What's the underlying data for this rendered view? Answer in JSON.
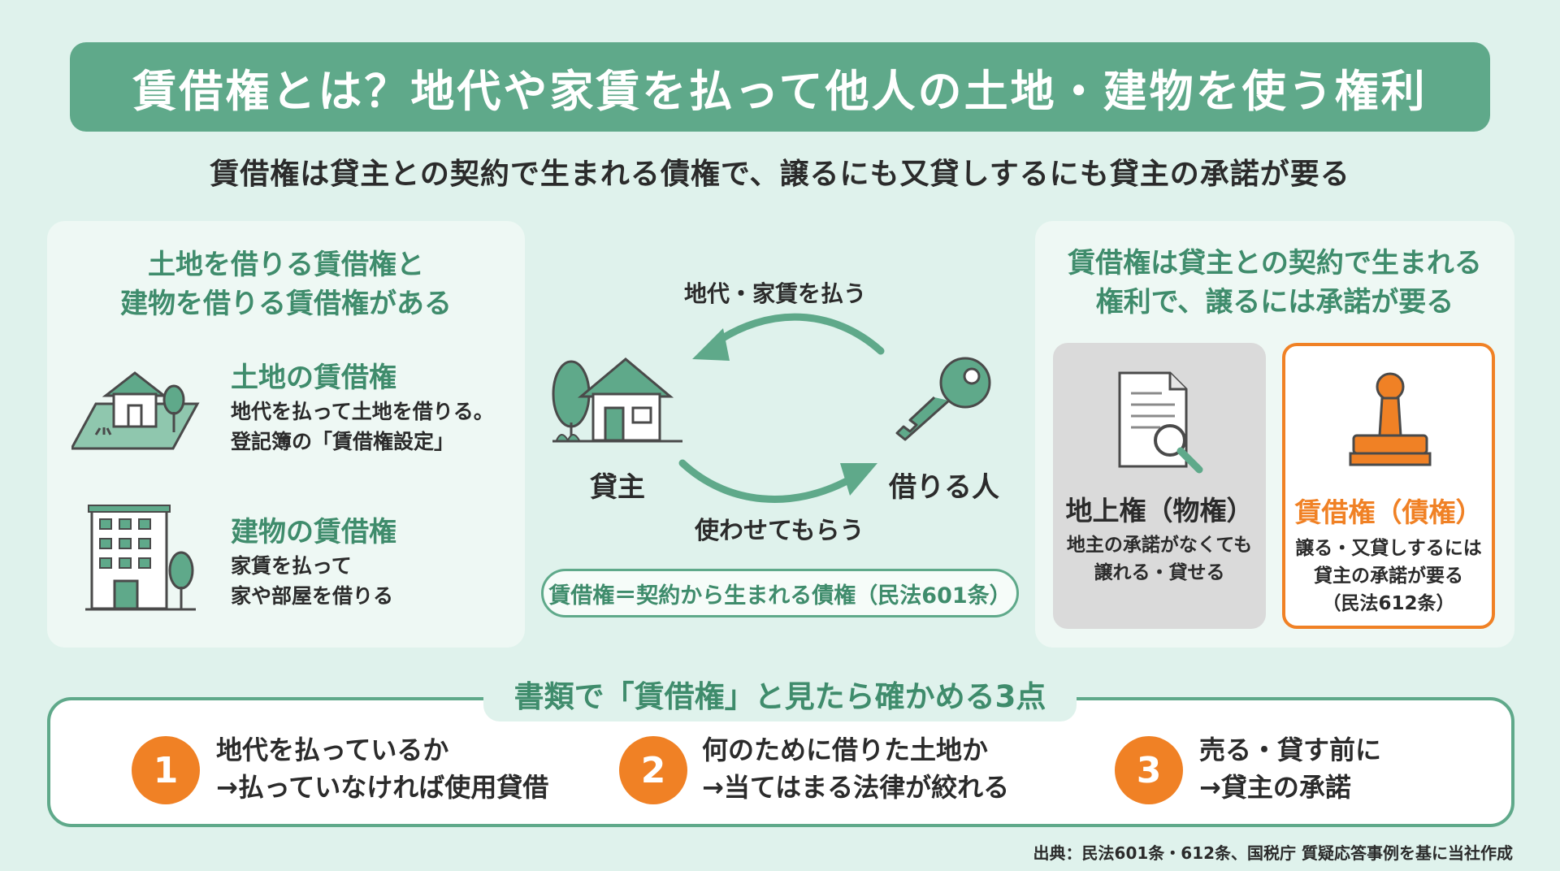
{
  "title": "賃借権とは？地代や家賃を払って他人の土地・建物を使う権利",
  "subtitle": "賃借権は貸主との契約で生まれる債権で、譲るにも又貸しするにも貸主の承諾が要る",
  "left_panel": {
    "heading_line1": "土地を借りる賃借権と",
    "heading_line2": "建物を借りる賃借権がある",
    "land": {
      "title": "土地の賃借権",
      "desc_line1": "地代を払って土地を借りる。",
      "desc_line2": "登記簿の「賃借権設定」"
    },
    "building": {
      "title": "建物の賃借権",
      "desc_line1": "家賃を払って",
      "desc_line2": "家や部屋を借りる"
    }
  },
  "center": {
    "top_arrow_label": "地代・家賃を払う",
    "lender": "貸主",
    "borrower": "借りる人",
    "bottom_arrow_label": "使わせてもらう",
    "pill": "賃借権＝契約から生まれる債権（民法601条）"
  },
  "right_panel": {
    "heading_line1": "賃借権は貸主との契約で生まれる",
    "heading_line2": "権利で、譲るには承諾が要る",
    "gray_card": {
      "title": "地上権（物権）",
      "desc_line1": "地主の承諾がなくても",
      "desc_line2": "譲れる・貸せる"
    },
    "orange_card": {
      "title": "賃借権（債権）",
      "desc_line1": "譲る・又貸しするには",
      "desc_line2": "貸主の承諾が要る",
      "desc_line3": "（民法612条）"
    }
  },
  "bottom": {
    "heading": "書類で「賃借権」と見たら確かめる3点",
    "steps": [
      {
        "num": "1",
        "line1": "地代を払っているか",
        "line2": "→払っていなければ使用貸借"
      },
      {
        "num": "2",
        "line1": "何のために借りた土地か",
        "line2": "→当てはまる法律が絞れる"
      },
      {
        "num": "3",
        "line1": "売る・貸す前に",
        "line2": "→貸主の承諾"
      }
    ]
  },
  "source": "出典：民法601条・612条、国税庁 質疑応答事例を基に当社作成",
  "colors": {
    "background": "#dff2ec",
    "primary_green": "#5fa98a",
    "dark_green": "#3f8c6c",
    "accent_orange": "#f08125",
    "gray_card": "#dadada"
  },
  "icons": [
    "house-land-icon",
    "building-icon",
    "house-icon",
    "key-icon",
    "document-search-icon",
    "stamp-icon",
    "arrow-left-icon",
    "arrow-right-icon"
  ]
}
